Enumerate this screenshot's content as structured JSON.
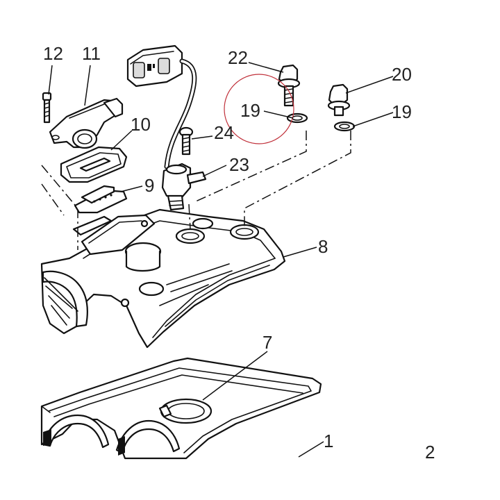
{
  "diagram": {
    "callouts": {
      "c1": "1",
      "c2": "2",
      "c7": "7",
      "c8": "8",
      "c9": "9",
      "c10": "10",
      "c11": "11",
      "c12": "12",
      "c19a": "19",
      "c19b": "19",
      "c20": "20",
      "c22": "22",
      "c23": "23",
      "c24": "24"
    },
    "highlight_color": "#c0303a",
    "line_color": "#111111"
  }
}
